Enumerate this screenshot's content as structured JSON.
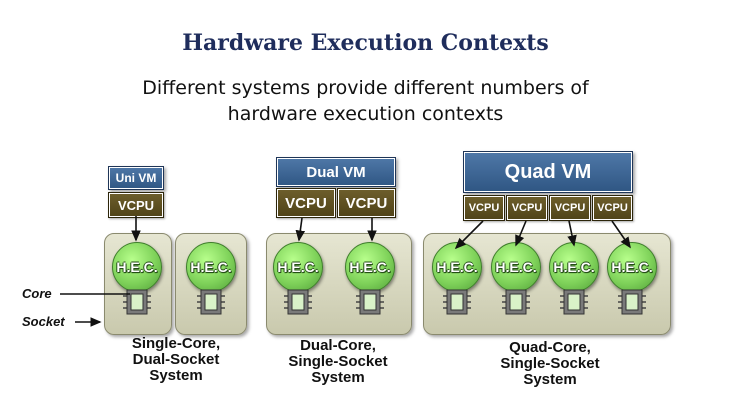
{
  "title": "Hardware Execution Contexts",
  "subtitle_line1": "Different systems provide different numbers of",
  "subtitle_line2": "hardware execution contexts",
  "labels": {
    "core": "Core",
    "socket": "Socket"
  },
  "hec_label": "H.E.C.",
  "vcpu_label": "VCPU",
  "systems": {
    "single_core_dual_socket": {
      "vm": "Uni VM",
      "caption": [
        "Single-Core,",
        "Dual-Socket",
        "System"
      ]
    },
    "dual_core_single_socket": {
      "vm": "Dual VM",
      "caption": [
        "Dual-Core,",
        "Single-Socket",
        "System"
      ]
    },
    "quad_core_single_socket": {
      "vm": "Quad VM",
      "caption": [
        "Quad-Core,",
        "Single-Socket",
        "System"
      ]
    }
  },
  "colors": {
    "title": "#1f2d5c",
    "vm_blue": "#2f5683",
    "vcpu_olive": "#4f4318",
    "hec_green": "#7fd25a",
    "socket_tan": "#c9c9ad"
  }
}
